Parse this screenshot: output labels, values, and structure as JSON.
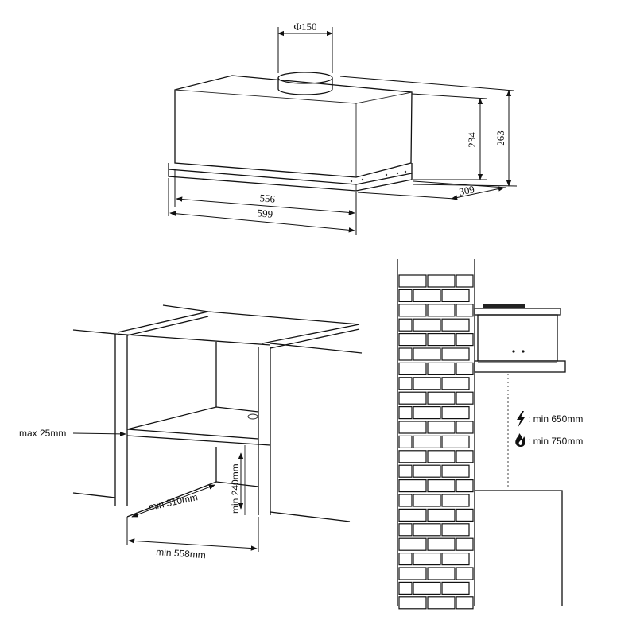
{
  "top_view": {
    "dim_duct": "Φ150",
    "dim_width_inner": "556",
    "dim_width_outer": "599",
    "dim_height_body": "234",
    "dim_height_total": "263",
    "dim_depth": "309"
  },
  "cabinet_view": {
    "dim_max_gap": "max 25mm",
    "dim_min_depth": "min 310mm",
    "dim_min_height": "min 240mm",
    "dim_min_width": "min 558mm"
  },
  "wall_view": {
    "clearance_electric_icon": "lightning-icon",
    "clearance_electric": ": min 650mm",
    "clearance_gas_icon": "flame-icon",
    "clearance_gas": ": min 750mm"
  }
}
